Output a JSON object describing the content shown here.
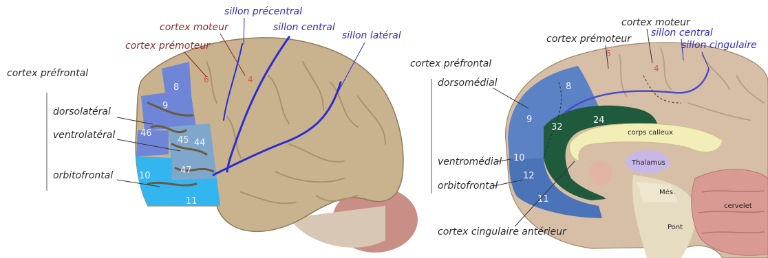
{
  "colors": {
    "cortex": "#c9b28e",
    "cortex_dark": "#a8916b",
    "sulcus_blue": "#2c2cd0",
    "dorsolateral": "#6f86d8",
    "ventrolateral": "#7fa7cc",
    "orbitofrontal": "#33b6ef",
    "cingulate": "#1f5a3d",
    "corpus_callosum": "#f3eeb8",
    "thalamus": "#c7b8e6",
    "cerebellum": "#d99a93"
  },
  "left": {
    "cortex_prefrontal": "cortex préfrontal",
    "dorsolateral": "dorsolatéral",
    "ventrolateral": "ventrolatéral",
    "orbitofrontal": "orbitofrontal",
    "cortex_premoteur": "cortex prémoteur",
    "cortex_moteur": "cortex moteur",
    "sillon_precentral": "sillon précentral",
    "sillon_central": "sillon central",
    "sillon_lateral": "sillon latéral",
    "areas": {
      "a8": "8",
      "a9": "9",
      "a46": "46",
      "a45": "45",
      "a44": "44",
      "a47": "47",
      "a10": "10",
      "a11": "11",
      "a6": "6",
      "a4": "4"
    }
  },
  "right": {
    "cortex_prefrontal": "cortex préfrontal",
    "dorsomedial": "dorsomédial",
    "ventromedial": "ventromédial",
    "orbitofrontal": "orbitofrontal",
    "cortex_cingulaire": "cortex cingulaire antérieur",
    "cortex_premoteur": "cortex prémoteur",
    "cortex_moteur": "cortex moteur",
    "sillon_central": "sillon central",
    "sillon_cingulaire": "sillon cingulaire",
    "corps_calleux": "corps calleux",
    "thalamus": "Thalamus",
    "mes": "Més.",
    "pont": "Pont",
    "cervelet": "cervelet",
    "areas": {
      "a8": "8",
      "a9": "9",
      "a32": "32",
      "a24": "24",
      "a10": "10",
      "a12": "12",
      "a11": "11",
      "a6": "6",
      "a4": "4"
    }
  }
}
